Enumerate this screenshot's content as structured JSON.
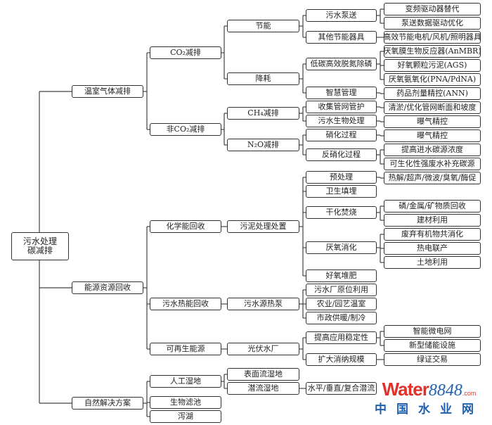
{
  "tree": {
    "label": "污水处理\n碳减排",
    "children": [
      {
        "label": "温室气体减排",
        "children": [
          {
            "label": "CO₂减排",
            "children": [
              {
                "label": "节能",
                "children": [
                  {
                    "label": "污水泵送",
                    "children": [
                      {
                        "label": "变频驱动器替代"
                      },
                      {
                        "label": "泵送数据驱动优化"
                      }
                    ]
                  },
                  {
                    "label": "其他节能器具",
                    "children": [
                      {
                        "label": "高效节能电机/风机/照明器具"
                      }
                    ]
                  }
                ]
              },
              {
                "label": "降耗",
                "children": [
                  {
                    "label": "低碳高效脱氮除磷",
                    "children": [
                      {
                        "label": "厌氧膜生物反应器(AnMBR)"
                      },
                      {
                        "label": "好氧颗粒污泥(AGS)"
                      },
                      {
                        "label": "厌氧氨氧化(PNA/PdNA)"
                      }
                    ]
                  },
                  {
                    "label": "智慧管理",
                    "children": [
                      {
                        "label": "药品剂量精控(ANN)"
                      }
                    ]
                  }
                ]
              }
            ]
          },
          {
            "label": "非CO₂减排",
            "children": [
              {
                "label": "CH₄减排",
                "children": [
                  {
                    "label": "收集管网管护",
                    "children": [
                      {
                        "label": "清淤/优化管网断面和坡度"
                      }
                    ]
                  },
                  {
                    "label": "污水生物处理",
                    "children": [
                      {
                        "label": "曝气精控"
                      }
                    ]
                  }
                ]
              },
              {
                "label": "N₂O减排",
                "children": [
                  {
                    "label": "硝化过程",
                    "children": [
                      {
                        "label": "曝气精控"
                      }
                    ]
                  },
                  {
                    "label": "反硝化过程",
                    "children": [
                      {
                        "label": "提高进水碳源浓度"
                      },
                      {
                        "label": "可生化性强废水补充碳源"
                      }
                    ]
                  }
                ]
              }
            ]
          }
        ]
      },
      {
        "label": "能源资源回收",
        "children": [
          {
            "label": "化学能回收",
            "children": [
              {
                "label": "污泥处理处置",
                "children": [
                  {
                    "label": "预处理",
                    "children": [
                      {
                        "label": "热解/超声/微波/臭氧/酶促"
                      }
                    ]
                  },
                  {
                    "label": "卫生填埋"
                  },
                  {
                    "label": "干化焚烧",
                    "children": [
                      {
                        "label": "磷/金属/矿物质回收"
                      },
                      {
                        "label": "建材利用"
                      }
                    ]
                  },
                  {
                    "label": "厌氧消化",
                    "children": [
                      {
                        "label": "废弃有机物共消化"
                      },
                      {
                        "label": "热电联产"
                      },
                      {
                        "label": "土地利用"
                      }
                    ]
                  },
                  {
                    "label": "好氧堆肥"
                  }
                ]
              }
            ]
          },
          {
            "label": "污水热能回收",
            "children": [
              {
                "label": "污水源热泵",
                "children": [
                  {
                    "label": "污水厂原位利用"
                  },
                  {
                    "label": "农业/园艺温室"
                  },
                  {
                    "label": "市政供暖/制冷"
                  }
                ]
              }
            ]
          },
          {
            "label": "可再生能源",
            "children": [
              {
                "label": "光伏水厂",
                "children": [
                  {
                    "label": "提高应用稳定性",
                    "children": [
                      {
                        "label": "智能微电网"
                      },
                      {
                        "label": "新型储能设施"
                      }
                    ]
                  },
                  {
                    "label": "扩大消纳规模",
                    "children": [
                      {
                        "label": "绿证交易"
                      }
                    ]
                  }
                ]
              }
            ]
          }
        ]
      },
      {
        "label": "自然解决方案",
        "children": [
          {
            "label": "人工湿地",
            "children": [
              {
                "label": "表面流湿地"
              },
              {
                "label": "潜流湿地",
                "children": [
                  {
                    "label": "水平/垂直/复合潜流"
                  }
                ]
              }
            ]
          },
          {
            "label": "生物滤池"
          },
          {
            "label": "泻湖"
          }
        ]
      }
    ]
  },
  "watermark": {
    "word": "Water",
    "number": "8848",
    "domain": ".com",
    "chinese": "中国水业网"
  },
  "colors": {
    "line": "#444444",
    "border": "#333333",
    "logo_red": "#e0322a",
    "logo_blue": "#1e5fae"
  }
}
